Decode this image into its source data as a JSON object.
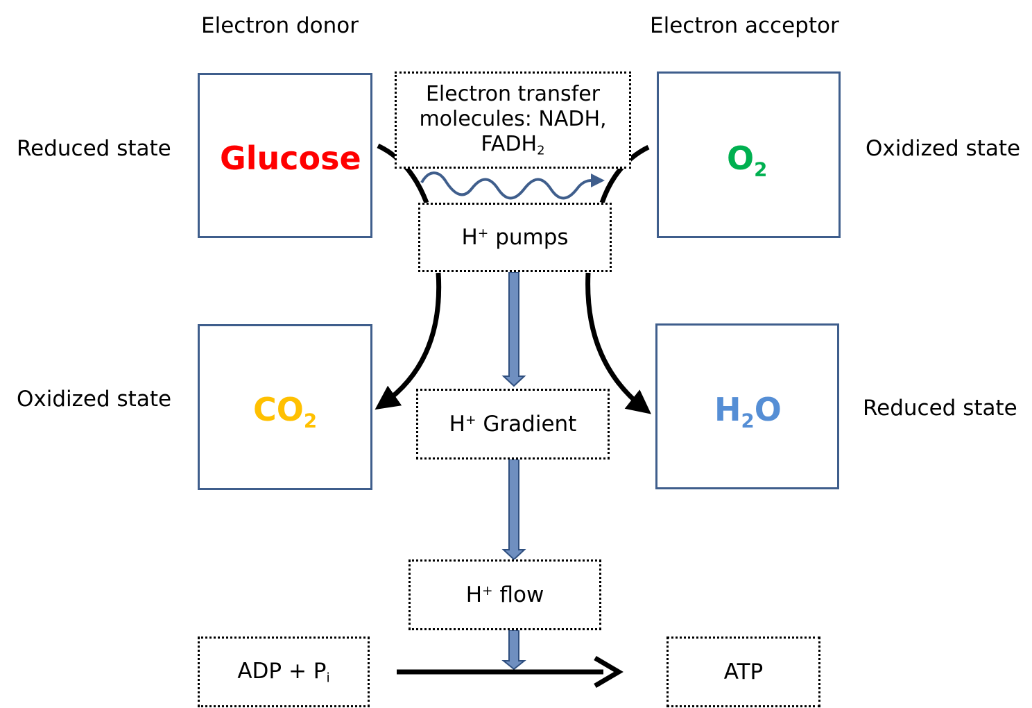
{
  "headers": {
    "donor": "Electron donor",
    "acceptor": "Electron acceptor"
  },
  "states": {
    "left_top": "Reduced state",
    "left_bottom": "Oxidized state",
    "right_top": "Oxidized state",
    "right_bottom": "Reduced state"
  },
  "molecules": {
    "glucose": {
      "text": "Glucose",
      "color": "#ff0000"
    },
    "o2": {
      "base": "O",
      "sub": "2",
      "color": "#00b050"
    },
    "co2": {
      "base": "CO",
      "sub": "2",
      "color": "#ffc000"
    },
    "h2o": {
      "pre": "H",
      "sub": "2",
      "post": "O",
      "color": "#558ed5"
    }
  },
  "transfer": {
    "line1": "Electron transfer",
    "line2": "molecules: NADH,",
    "line3_base": "FADH",
    "line3_sub": "2"
  },
  "pumps": {
    "h": "H",
    "plus": "+",
    "rest": " pumps"
  },
  "gradient": {
    "h": "H",
    "plus": "+",
    "rest": " Gradient"
  },
  "flow": {
    "h": "H",
    "plus": "+",
    "rest": " flow"
  },
  "adp": {
    "text": "ADP + P",
    "sub": "i"
  },
  "atp": {
    "text": "ATP"
  },
  "colors": {
    "box_border": "#3f5e8c",
    "wavy_arrow": "#3f5e8c",
    "block_arrow_fill": "#6f8fc0",
    "block_arrow_border": "#2f4f7f"
  }
}
